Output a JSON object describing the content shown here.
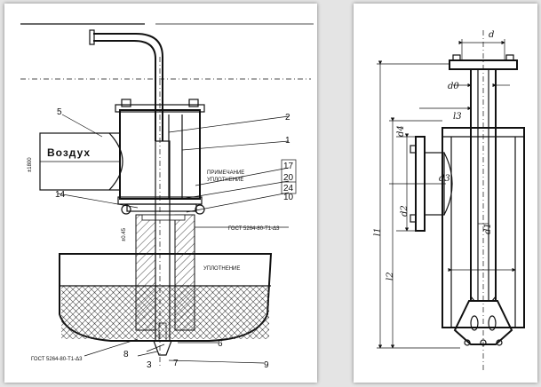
{
  "left": {
    "inlet_text": "Воздух",
    "parts": [
      "1",
      "2",
      "3",
      "5",
      "6",
      "7",
      "8",
      "9",
      "10",
      "14",
      "17",
      "20",
      "24"
    ],
    "notes": [
      "ГОСТ 5264-80-Т1-Δ3",
      "ГОСТ 5264-80-Т1-Δ3"
    ]
  },
  "right": {
    "dims": [
      "d",
      "d0",
      "d4",
      "d3",
      "d2",
      "d1",
      "l3",
      "l1",
      "l2"
    ]
  }
}
